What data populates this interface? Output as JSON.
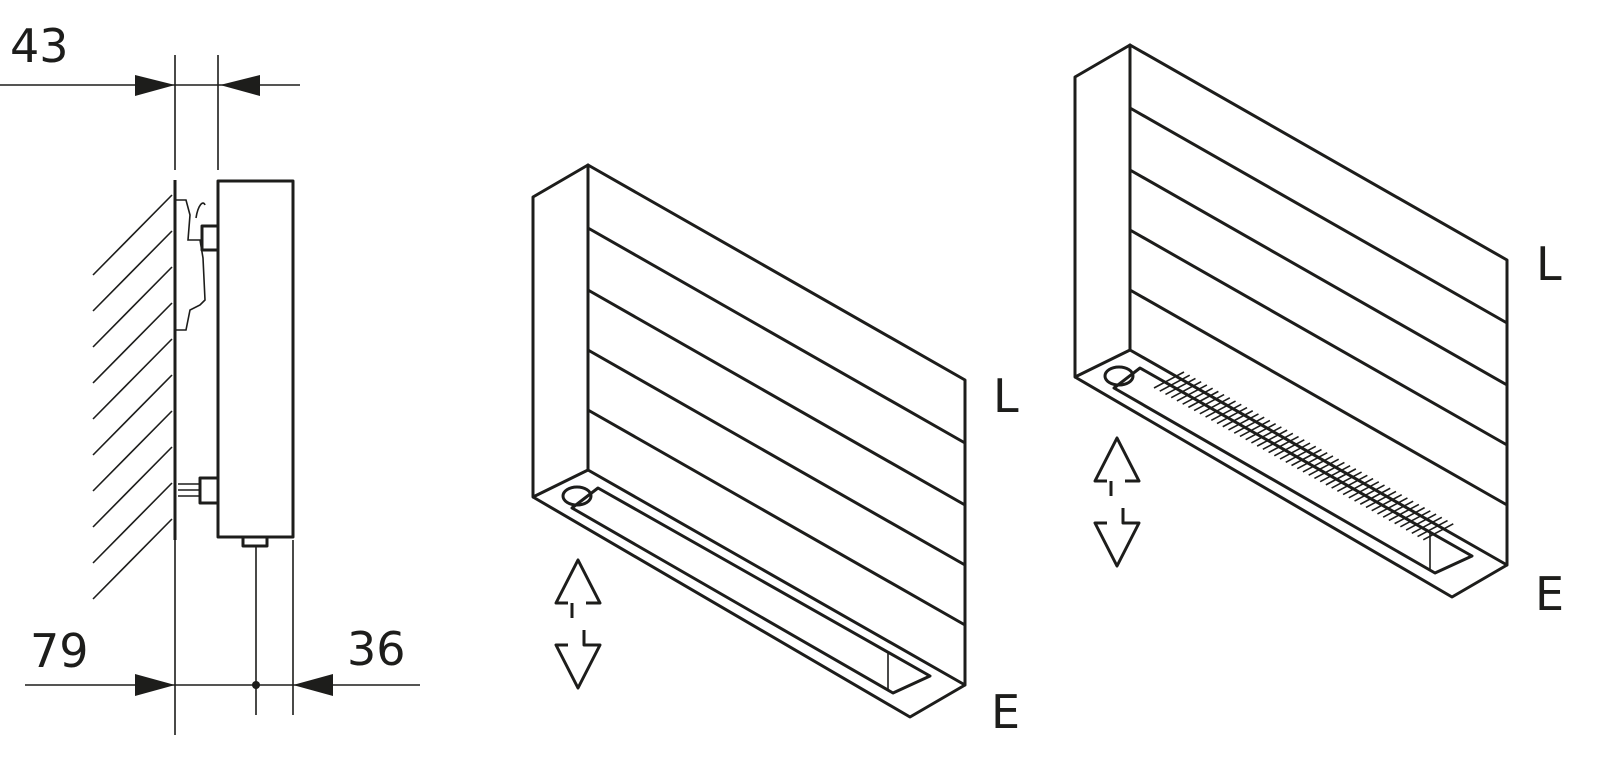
{
  "dimensions": {
    "top_gap": "43",
    "bottom_left": "79",
    "bottom_right": "36"
  },
  "variant_a": {
    "label_top": "L",
    "label_bottom": "E"
  },
  "variant_b": {
    "label_top": "L",
    "label_bottom": "E"
  },
  "colors": {
    "stroke": "#1d1d1b",
    "background": "#ffffff"
  }
}
